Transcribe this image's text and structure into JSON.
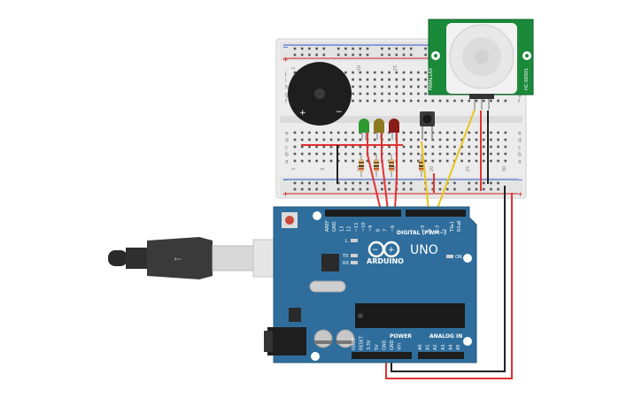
{
  "arduino": {
    "brand": "ARDUINO",
    "model": "UNO",
    "digital_label": "DIGITAL (PWM~)",
    "power_label": "POWER",
    "analog_label": "ANALOG IN",
    "on_label": "ON",
    "l_label": "L",
    "tx_label": "TX",
    "rx_label": "RX",
    "digital_pins": [
      "AREF",
      "GND",
      "13",
      "12",
      "~11",
      "~10",
      "~9",
      "8",
      "7",
      "~6",
      "~5",
      "4",
      "~3",
      "2",
      "TX▸1",
      "RX◂0"
    ],
    "power_pins": [
      "IOREF",
      "RESET",
      "3.3V",
      "5V",
      "GND",
      "GND",
      "Vin"
    ],
    "analog_pins": [
      "A0",
      "A1",
      "A2",
      "A3",
      "A4",
      "A5"
    ]
  },
  "breadboard": {
    "row_letters_top": [
      "j",
      "i",
      "h",
      "g",
      "f"
    ],
    "row_letters_bottom": [
      "e",
      "d",
      "c",
      "b",
      "a"
    ],
    "column_numbers": [
      "1",
      "5",
      "10",
      "15",
      "20",
      "25",
      "30"
    ]
  },
  "leds": [
    {
      "color": "green",
      "hex": "#2e9a32"
    },
    {
      "color": "yellow",
      "hex": "#8c7a20"
    },
    {
      "color": "red",
      "hex": "#8a1c1c"
    }
  ],
  "pir_sensor": {
    "label_right": "HC-SR501",
    "label_left": "PARALLAX"
  },
  "colors": {
    "board_blue": "#2f6e9c",
    "breadboard": "#e8e8e8",
    "wire_red": "#e03232",
    "wire_black": "#222222",
    "wire_yellow": "#e8c51c",
    "pir_green": "#1a8a3a"
  }
}
